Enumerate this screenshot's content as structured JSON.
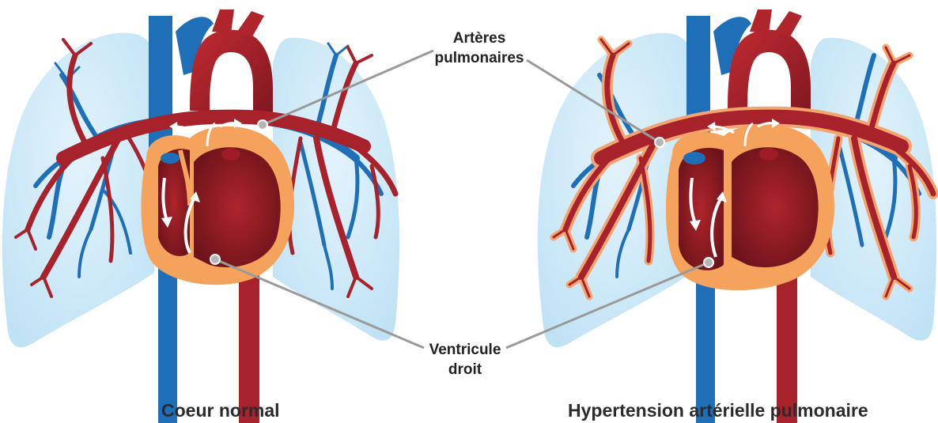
{
  "labels": {
    "arteres_line1": "Artères",
    "arteres_line2": "pulmonaires",
    "ventricule_line1": "Ventricule",
    "ventricule_line2": "droit"
  },
  "panels": [
    {
      "caption": "Coeur normal"
    },
    {
      "caption": "Hypertension artérielle pulmonaire"
    }
  ],
  "colors": {
    "lung": "#cfe9f7",
    "vein_blue": "#1f6fb8",
    "artery_red": "#a8222c",
    "heart_outer": "#f5a25c",
    "heart_inner": "#8e1a22",
    "leader_line": "#9a9a9a",
    "hypertrophy_outline": "#f4a470"
  }
}
